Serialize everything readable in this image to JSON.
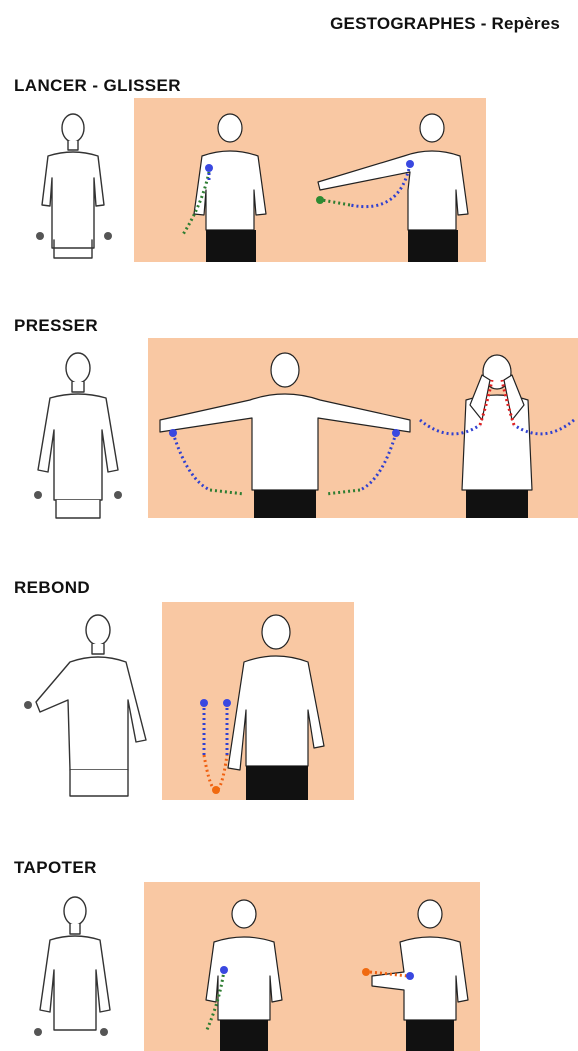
{
  "document": {
    "title": "GESTOGRAPHES - Repères"
  },
  "sections": [
    {
      "label": "LANCER - GLISSER"
    },
    {
      "label": "PRESSER"
    },
    {
      "label": "REBOND"
    },
    {
      "label": "TAPOTER"
    }
  ],
  "colors": {
    "panel_background": "#f9c8a3",
    "start_marker": "#3a48e0",
    "end_marker_green": "#2e8b32",
    "end_marker_orange": "#f06a10",
    "pressure_red": "#e02020"
  }
}
